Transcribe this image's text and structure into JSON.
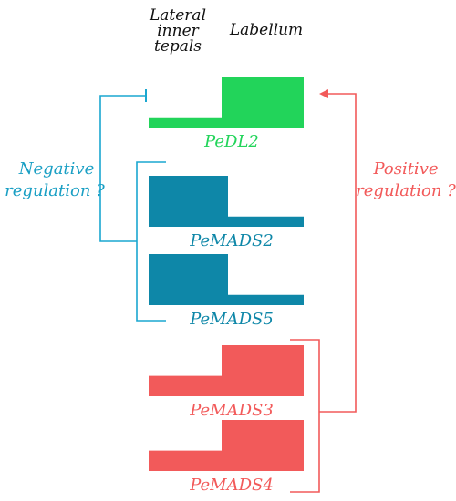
{
  "header": {
    "col1_lines": [
      "Lateral",
      "inner",
      "tepals"
    ],
    "col2": "Labellum"
  },
  "genes": [
    {
      "name": "PeDL2",
      "group": "positive_target",
      "color": "#22d45a",
      "lateral_level": 0.2,
      "labellum_level": 1.0
    },
    {
      "name": "PeMADS2",
      "group": "negative_regulator",
      "color": "#0e87a8",
      "lateral_level": 1.0,
      "labellum_level": 0.2
    },
    {
      "name": "PeMADS5",
      "group": "negative_regulator",
      "color": "#0e87a8",
      "lateral_level": 1.0,
      "labellum_level": 0.2
    },
    {
      "name": "PeMADS3",
      "group": "positive_regulator",
      "color": "#f25a5a",
      "lateral_level": 0.4,
      "labellum_level": 1.0
    },
    {
      "name": "PeMADS4",
      "group": "positive_regulator",
      "color": "#f25a5a",
      "lateral_level": 0.4,
      "labellum_level": 1.0
    }
  ],
  "annotations": {
    "negative": {
      "lines": [
        "Negative",
        "regulation ?"
      ],
      "color": "#1a9fc4"
    },
    "positive": {
      "lines": [
        "Positive",
        "regulation ?"
      ],
      "color": "#f25a5a"
    }
  },
  "colors": {
    "green": "#22d45a",
    "teal": "#0e87a8",
    "red": "#f25a5a",
    "cyan_line": "#1aa7d0"
  }
}
